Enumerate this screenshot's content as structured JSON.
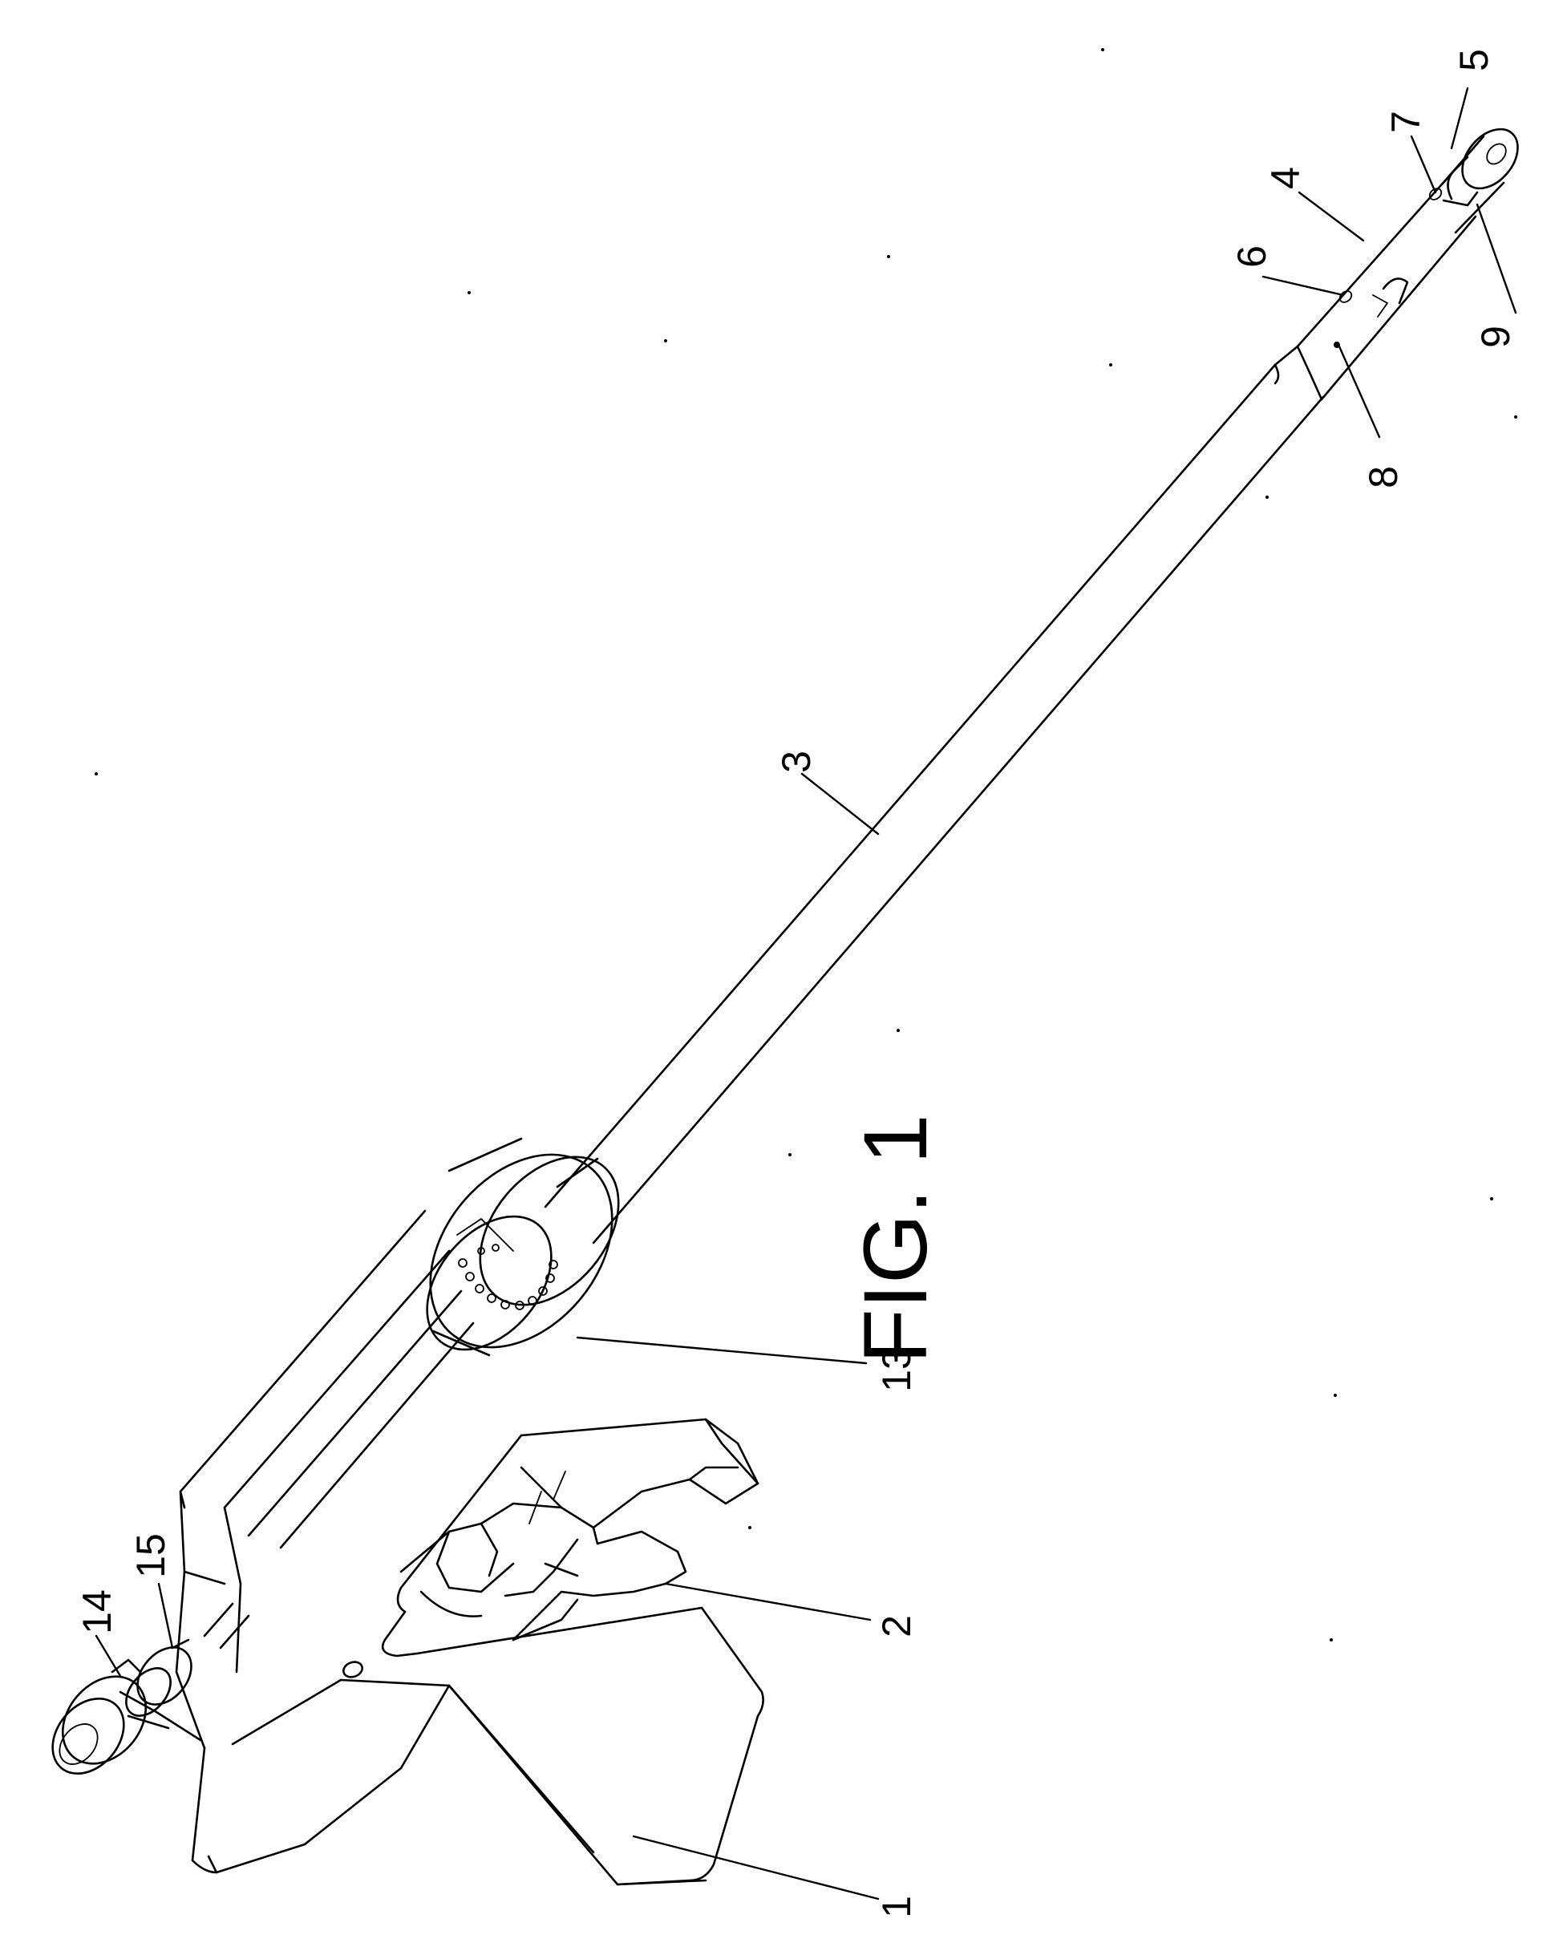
{
  "figure": {
    "caption": "FIG. 1",
    "reference_numerals": {
      "handle": "1",
      "trigger": "2",
      "shaft": "3",
      "tip_section": "4",
      "tip_end": "5",
      "port_6": "6",
      "port_7": "7",
      "marker_8": "8",
      "slot_9": "9",
      "rotation_knob": "13",
      "rear_knob": "14",
      "rear_connector": "15"
    }
  }
}
